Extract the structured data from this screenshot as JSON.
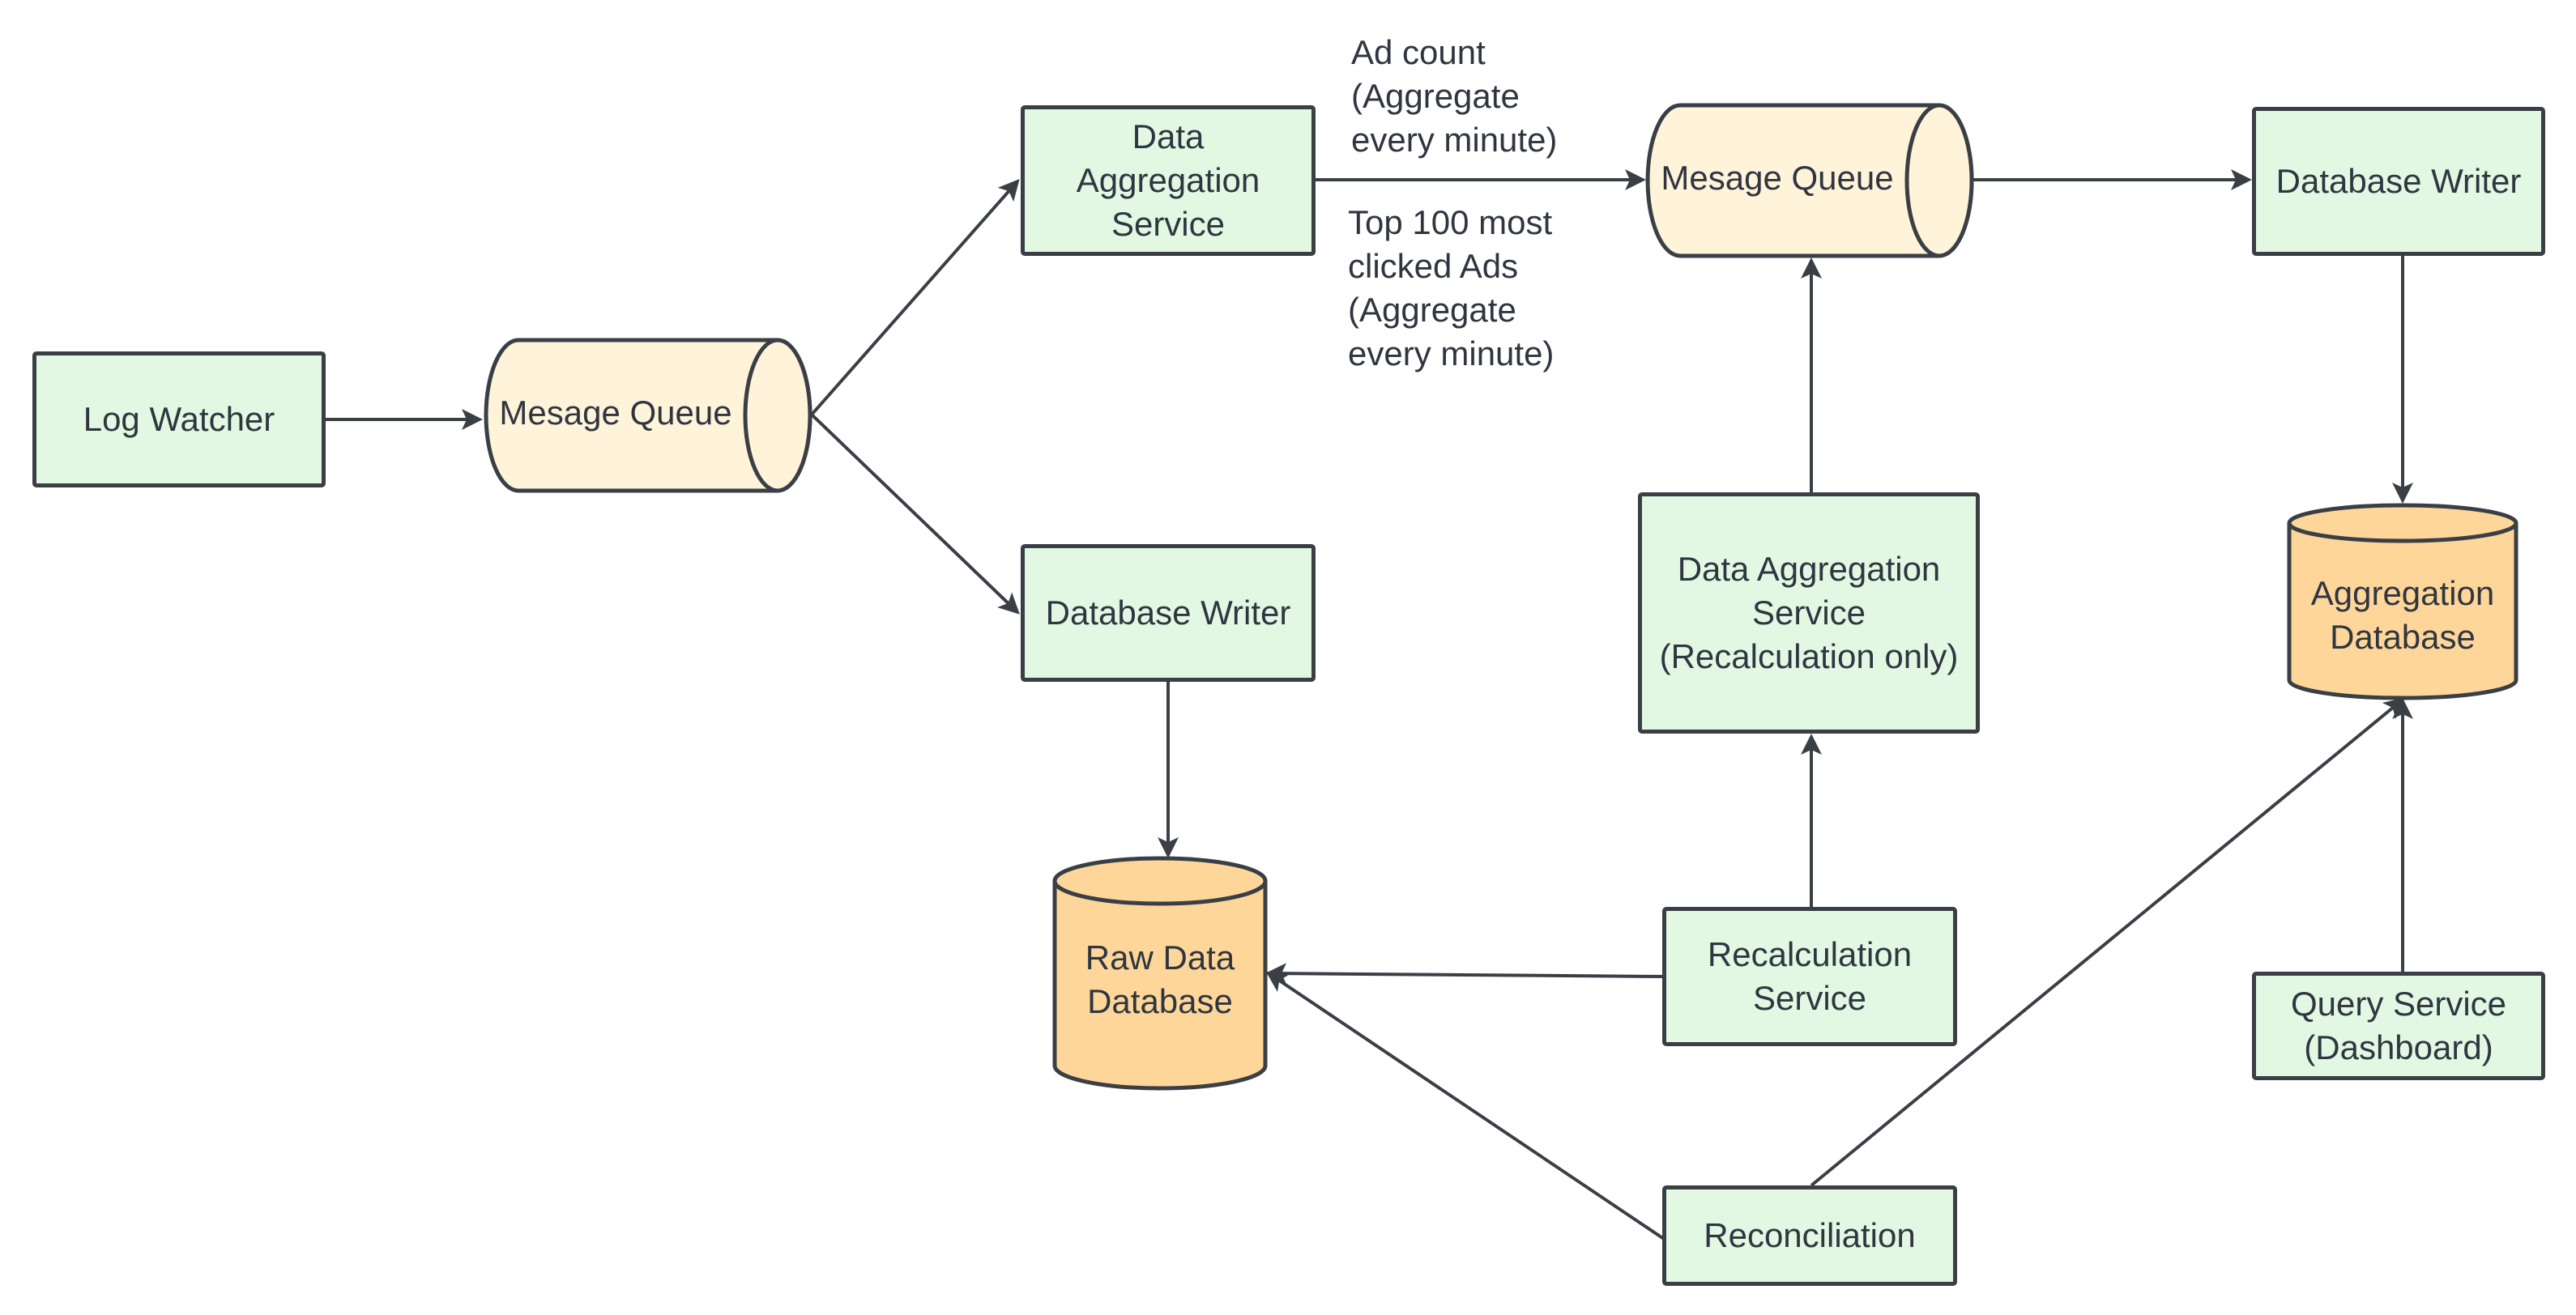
{
  "colors": {
    "service_fill": "#e2f8e3",
    "queue_fill": "#fff3d9",
    "database_fill": "#ffd699",
    "stroke": "#3a3f46",
    "text": "#2f3640"
  },
  "nodes": {
    "log_watcher": "Log Watcher",
    "queue_1": "Mesage Queue",
    "data_aggregation_service": "Data\nAggregation\nService",
    "database_writer_1": "Database Writer",
    "raw_data_database": "Raw Data\nDatabase",
    "queue_2": "Mesage Queue",
    "database_writer_2": "Database Writer",
    "aggregation_database": "Aggregation\nDatabase",
    "data_aggregation_recalc": "Data Aggregation\nService\n(Recalculation only)",
    "recalculation_service": "Recalculation\nService",
    "reconciliation": "Reconciliation",
    "query_service": "Query Service\n(Dashboard)"
  },
  "edge_labels": {
    "ad_count": "Ad count\n(Aggregate\nevery minute)",
    "top_100": "Top 100 most\nclicked Ads\n(Aggregate\nevery minute)"
  }
}
